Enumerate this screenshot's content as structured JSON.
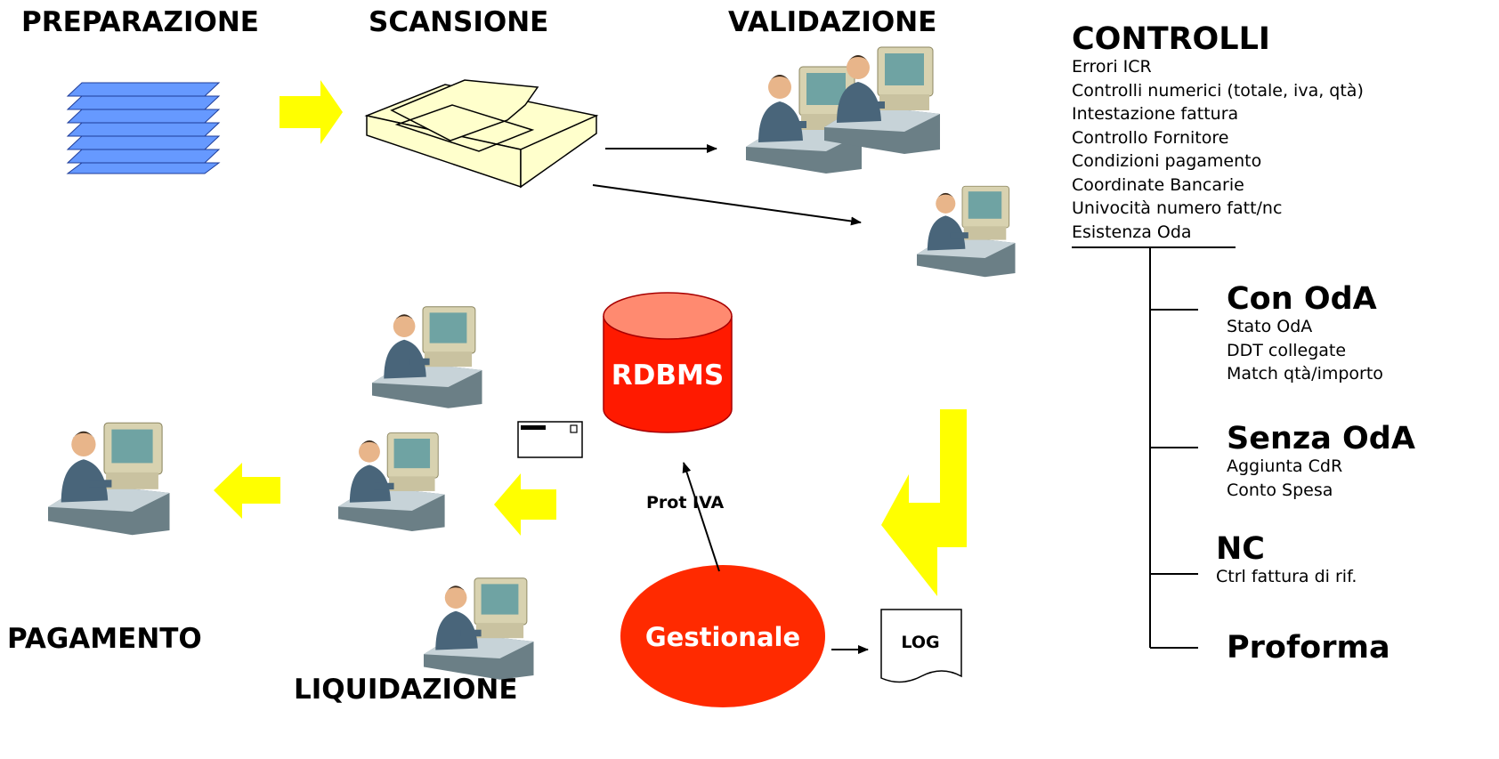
{
  "stages": {
    "preparazione": "PREPARAZIONE",
    "scansione": "SCANSIONE",
    "validazione": "VALIDAZIONE",
    "pagamento": "PAGAMENTO",
    "liquidazione": "LIQUIDAZIONE"
  },
  "controlli": {
    "title": "CONTROLLI",
    "items": [
      "Errori ICR",
      "Controlli numerici (totale, iva, qtà)",
      "Intestazione fattura",
      "Controllo Fornitore",
      "Condizioni pagamento",
      "Coordinate Bancarie",
      "Univocità numero fatt/nc",
      "Esistenza Oda"
    ]
  },
  "branches": {
    "con_oda": {
      "title": "Con OdA",
      "items": [
        "Stato OdA",
        "DDT collegate",
        "Match qtà/importo"
      ]
    },
    "senza_oda": {
      "title": "Senza OdA",
      "items": [
        "Aggiunta CdR",
        "Conto Spesa"
      ]
    },
    "nc": {
      "title": "NC",
      "items": [
        "Ctrl fattura di rif."
      ]
    },
    "proforma": {
      "title": "Proforma"
    }
  },
  "nodes": {
    "rdbms": "RDBMS",
    "gestionale": "Gestionale",
    "log": "LOG",
    "prot_iva": "Prot IVA"
  },
  "colors": {
    "yellow_arrow": "#ffff00",
    "rdbms_fill": "#ff1a00",
    "gestionale_fill": "#ff2a00",
    "docs_fill": "#6699ff",
    "scanner_fill": "#ffffcc"
  }
}
